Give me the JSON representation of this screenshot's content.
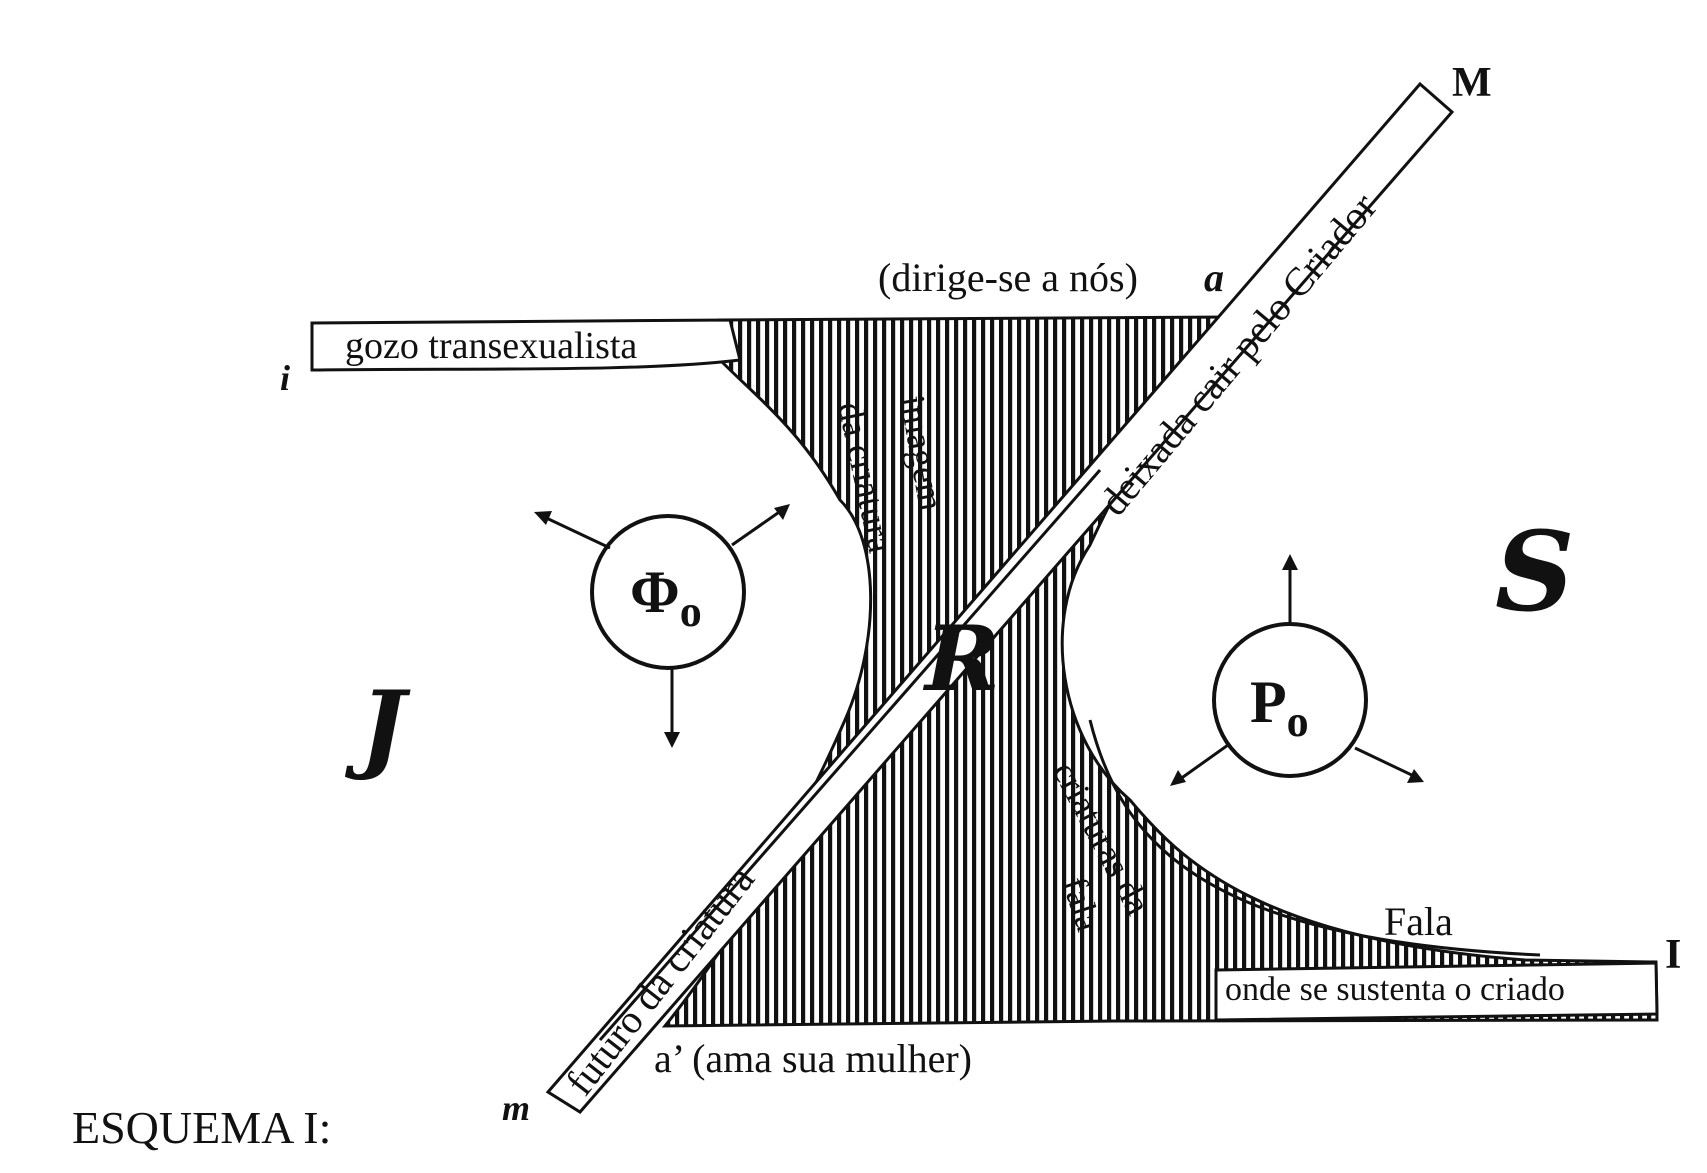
{
  "labels": {
    "jouissance": "gozo transexualista",
    "directed": "(dirige-se a nós)",
    "a": "a",
    "dropped": "deixada cair pelo Criador",
    "image": "imagem",
    "of_creature": "da criatura",
    "future": "futuro da criatura",
    "loves": "a’ (ama sua mulher)",
    "creatures": "criaturas da",
    "speech_word": "fala",
    "speech": "Fala",
    "sustains": "onde se sustenta o criado"
  },
  "letters": {
    "i": "i",
    "M": "M",
    "I": "I",
    "m": "m",
    "J": "J",
    "S": "S",
    "R": "R",
    "phi": "Φ",
    "phi_sub": "o",
    "P": "P",
    "P_sub": "o"
  },
  "caption": "ESQUEMA I:"
}
